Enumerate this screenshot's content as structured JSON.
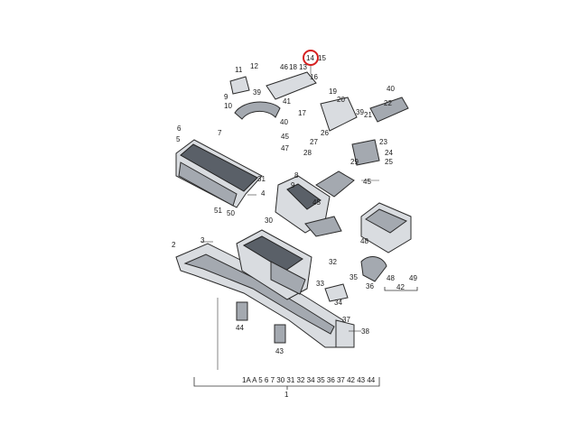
{
  "callouts": {
    "c1": "1",
    "c2": "2",
    "c3": "3",
    "c4": "4",
    "c5": "5",
    "c6": "6",
    "c7": "7",
    "c8": "8",
    "c9": "9",
    "c10": "10",
    "c11": "11",
    "c12": "12",
    "c13": "13",
    "c14": "14",
    "c15": "15",
    "c16": "16",
    "c17": "17",
    "c18": "18",
    "c19": "19",
    "c20": "20",
    "c21": "21",
    "c22": "22",
    "c23": "23",
    "c24": "24",
    "c25": "25",
    "c26": "26",
    "c27": "27",
    "c28": "28",
    "c29": "29",
    "c30": "30",
    "c31": "31",
    "c32": "32",
    "c33": "33",
    "c34": "34",
    "c35": "35",
    "c36": "36",
    "c37": "37",
    "c38": "38",
    "c39": "39",
    "c40": "40",
    "c41": "41",
    "c42": "42",
    "c43": "43",
    "c44": "44",
    "c45": "45",
    "c46": "46",
    "c47": "47",
    "c48": "48",
    "c49": "49",
    "c50": "50",
    "c51": "51",
    "c39b": "39",
    "c45b": "45"
  },
  "bottom_sequence": "1A A 5 6 7 30 31 32 34 35 36 37 42 43 44",
  "highlight": {
    "label": "14",
    "color": "#d62020"
  }
}
